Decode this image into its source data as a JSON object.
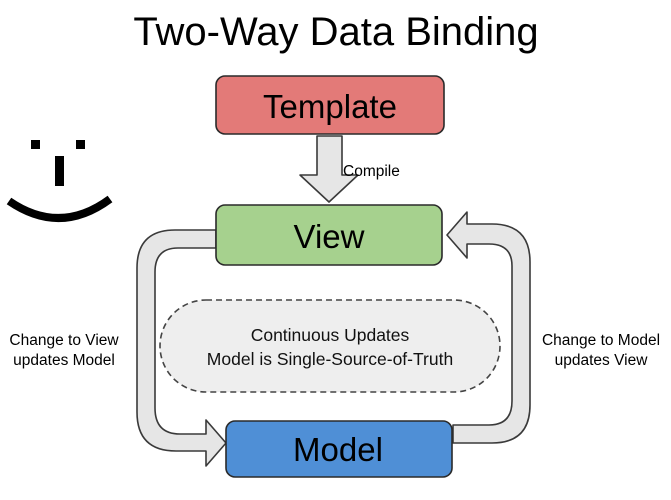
{
  "title": "Two-Way Data Binding",
  "boxes": {
    "template": {
      "label": "Template",
      "fill": "#e37a78",
      "stroke": "#2a2a2a"
    },
    "view": {
      "label": "View",
      "fill": "#a6d18e",
      "stroke": "#2a2a2a"
    },
    "model": {
      "label": "Model",
      "fill": "#4f8fd6",
      "stroke": "#2a2a2a"
    }
  },
  "compile": {
    "label": "Compile"
  },
  "left_label": {
    "line1": "Change to View",
    "line2": "updates Model"
  },
  "right_label": {
    "line1": "Change to Model",
    "line2": "updates View"
  },
  "center_note": {
    "line1": "Continuous Updates",
    "line2": "Model is Single-Source-of-Truth"
  },
  "icons": {
    "smiley": "smiley-face-icon",
    "compile_arrow": "down-arrow-icon",
    "left_loop_arrow": "loop-arrow-icon",
    "right_loop_arrow": "loop-arrow-icon"
  },
  "colors": {
    "arrow_fill": "#e6e6e6",
    "arrow_stroke": "#3a3a3a",
    "note_fill": "#eeeeee",
    "note_stroke": "#444444"
  }
}
